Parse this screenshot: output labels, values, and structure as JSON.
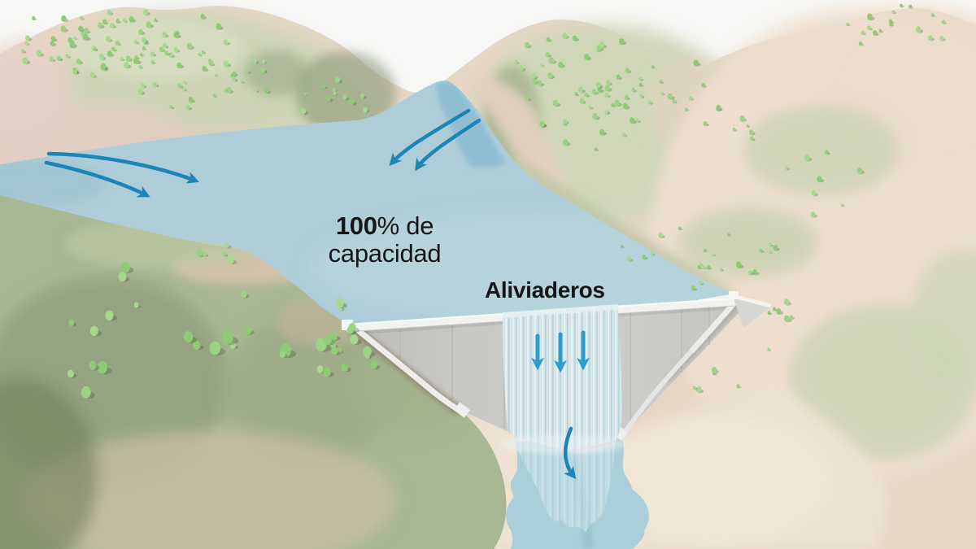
{
  "annotations": {
    "capacity_bold": "100",
    "capacity_rest": "% de",
    "capacity_line2": "capacidad",
    "spillway_label": "Aliviaderos"
  },
  "colors": {
    "flow_arrow": "#1c85b8",
    "spill_arrow": "#2d9dce",
    "reservoir_water": "#aecdd8",
    "inlet_water": "#7fb6cf",
    "downstream_water": "#aacfda",
    "dam_concrete": "#c9c9c6",
    "dam_crest": "#f2f2f0",
    "spillway_water": "#cfe2e6",
    "terrain_tan": "#e5d7c4",
    "terrain_green": "#ccd4b6",
    "foothill_green": "#a9b794",
    "tree_green": "#9cd286",
    "label_text": "#161616",
    "background": "#f7f7f5"
  }
}
